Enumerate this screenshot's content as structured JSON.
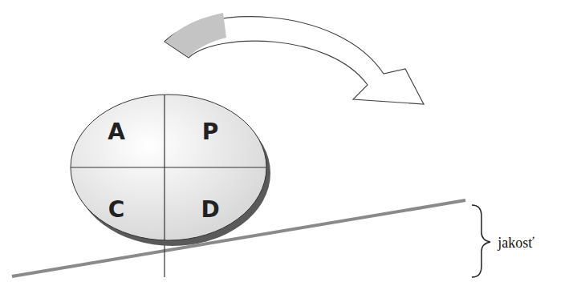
{
  "diagram": {
    "nodes": [
      {
        "text": [
          "A",
          "P",
          "C",
          "D"
        ]
      }
    ],
    "labels": [
      "jakosť"
    ]
  }
}
